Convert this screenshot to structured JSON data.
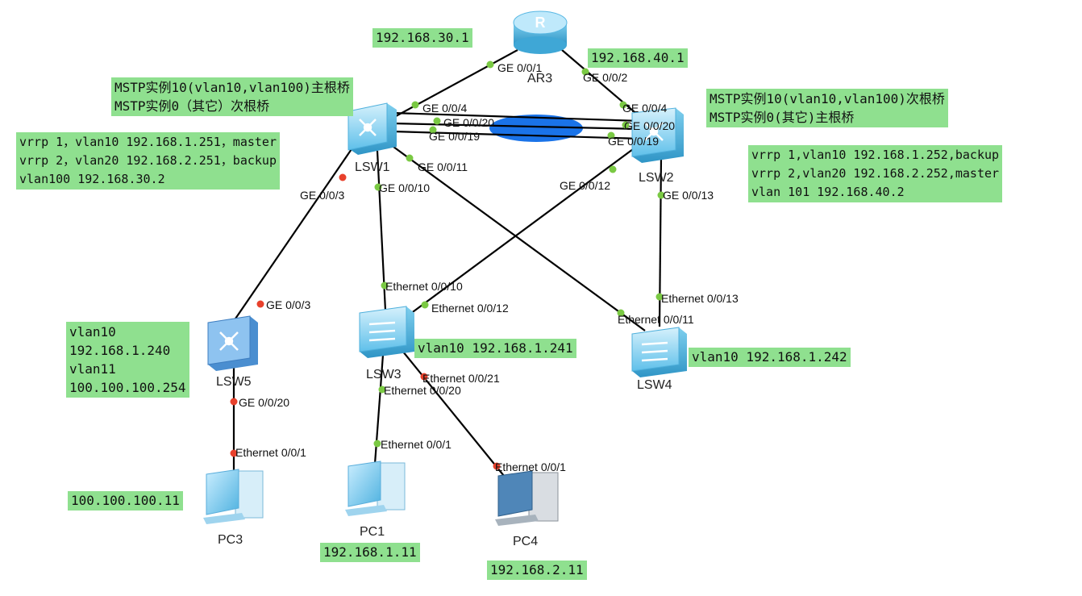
{
  "devices": {
    "ar3": "AR3",
    "lsw1": "LSW1",
    "lsw2": "LSW2",
    "lsw3": "LSW3",
    "lsw4": "LSW4",
    "lsw5": "LSW5",
    "pc1": "PC1",
    "pc3": "PC3",
    "pc4": "PC4"
  },
  "ports": {
    "ar3_g1": "GE 0/0/1",
    "ar3_g2": "GE 0/0/2",
    "lsw1_g4": "GE 0/0/4",
    "lsw1_g20": "GE 0/0/20",
    "lsw1_g19": "GE 0/0/19",
    "lsw1_g11": "GE 0/0/11",
    "lsw1_g3": "GE 0/0/3",
    "lsw1_g10": "GE 0/0/10",
    "lsw2_g4": "GE 0/0/4",
    "lsw2_g20": "GE 0/0/20",
    "lsw2_g19": "GE 0/0/19",
    "lsw2_g12": "GE 0/0/12",
    "lsw2_g13": "GE 0/0/13",
    "lsw5_g3": "GE 0/0/3",
    "lsw5_g20": "GE 0/0/20",
    "lsw3_e10": "Ethernet 0/0/10",
    "lsw3_e12": "Ethernet 0/0/12",
    "lsw3_e21": "Ethernet 0/0/21",
    "lsw3_e20": "Ethernet 0/0/20",
    "lsw4_e13": "Ethernet 0/0/13",
    "lsw4_e11": "Ethernet 0/0/11",
    "pc3_e1": "Ethernet 0/0/1",
    "pc1_e1": "Ethernet 0/0/1",
    "pc4_e1": "Ethernet 0/0/1"
  },
  "notes": {
    "ip_30": "192.168.30.1",
    "ip_40": "192.168.40.1",
    "lsw1_mstp": "MSTP实例10(vlan10,vlan100)主根桥\nMSTP实例0（其它）次根桥",
    "lsw2_mstp": "MSTP实例10(vlan10,vlan100)次根桥\nMSTP实例0(其它)主根桥",
    "lsw1_vrrp": "vrrp 1，vlan10 192.168.1.251，master\nvrrp 2，vlan20 192.168.2.251，backup\nvlan100 192.168.30.2",
    "lsw2_vrrp": "vrrp 1,vlan10 192.168.1.252,backup\nvrrp 2,vlan20 192.168.2.252,master\nvlan 101 192.168.40.2",
    "lsw5_info": "vlan10\n192.168.1.240\nvlan11\n100.100.100.254",
    "lsw3_info": "vlan10 192.168.1.241",
    "lsw4_info": "vlan10 192.168.1.242",
    "pc3_ip": "100.100.100.11",
    "pc1_ip": "192.168.1.11",
    "pc4_ip": "192.168.2.11"
  },
  "colors": {
    "note_bg": "#8fe08f",
    "link": "#000000",
    "port_up": "#7ac943",
    "port_down": "#e8412c",
    "mstp_region": "#1a73e8",
    "device": "#6cc7ef"
  }
}
